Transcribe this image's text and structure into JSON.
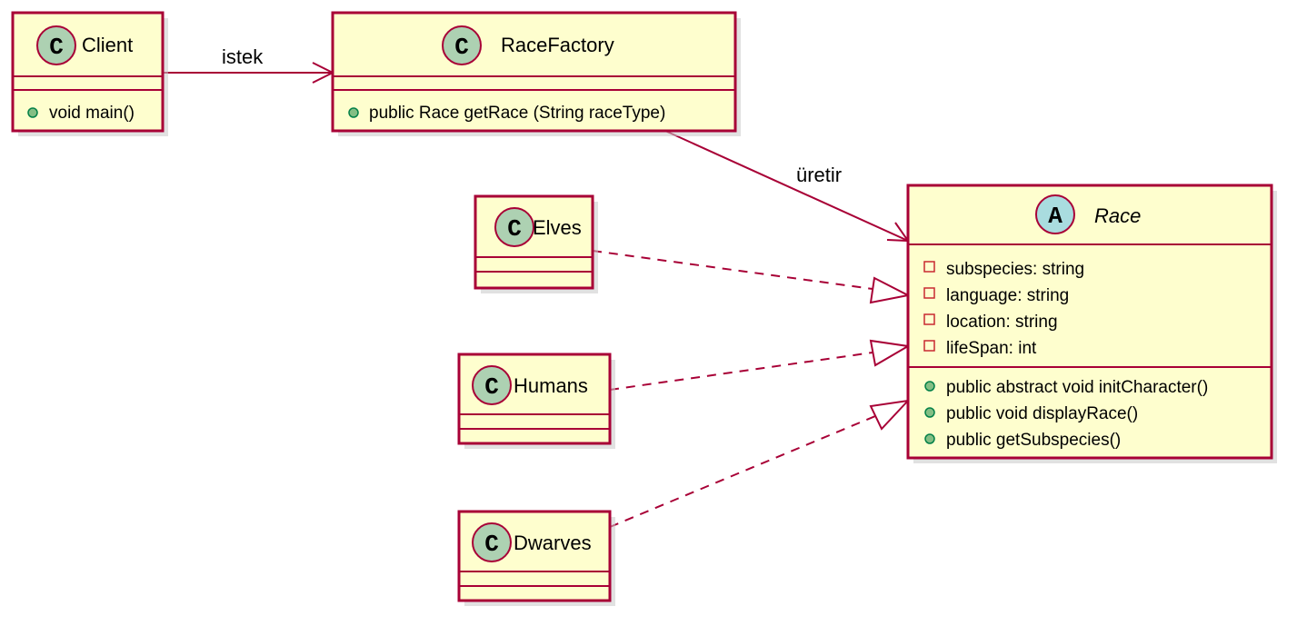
{
  "classes": {
    "client": {
      "name": "Client",
      "badge": "C",
      "methods": [
        "void main()"
      ]
    },
    "race_factory": {
      "name": "RaceFactory",
      "badge": "C",
      "methods": [
        "public Race getRace (String raceType)"
      ]
    },
    "race": {
      "name": "Race",
      "badge": "A",
      "fields": [
        "subspecies: string",
        "language: string",
        "location: string",
        "lifeSpan: int"
      ],
      "methods": [
        "public abstract void initCharacter()",
        "public void displayRace()",
        "public getSubspecies()"
      ]
    },
    "elves": {
      "name": "Elves",
      "badge": "C"
    },
    "humans": {
      "name": "Humans",
      "badge": "C"
    },
    "dwarves": {
      "name": "Dwarves",
      "badge": "C"
    }
  },
  "relations": {
    "client_to_factory": "istek",
    "factory_to_race": "üretir"
  },
  "colors": {
    "box_fill": "#fefece",
    "border": "#a80036",
    "class_badge": "#add1b2",
    "abstract_badge": "#a9dcdf"
  }
}
